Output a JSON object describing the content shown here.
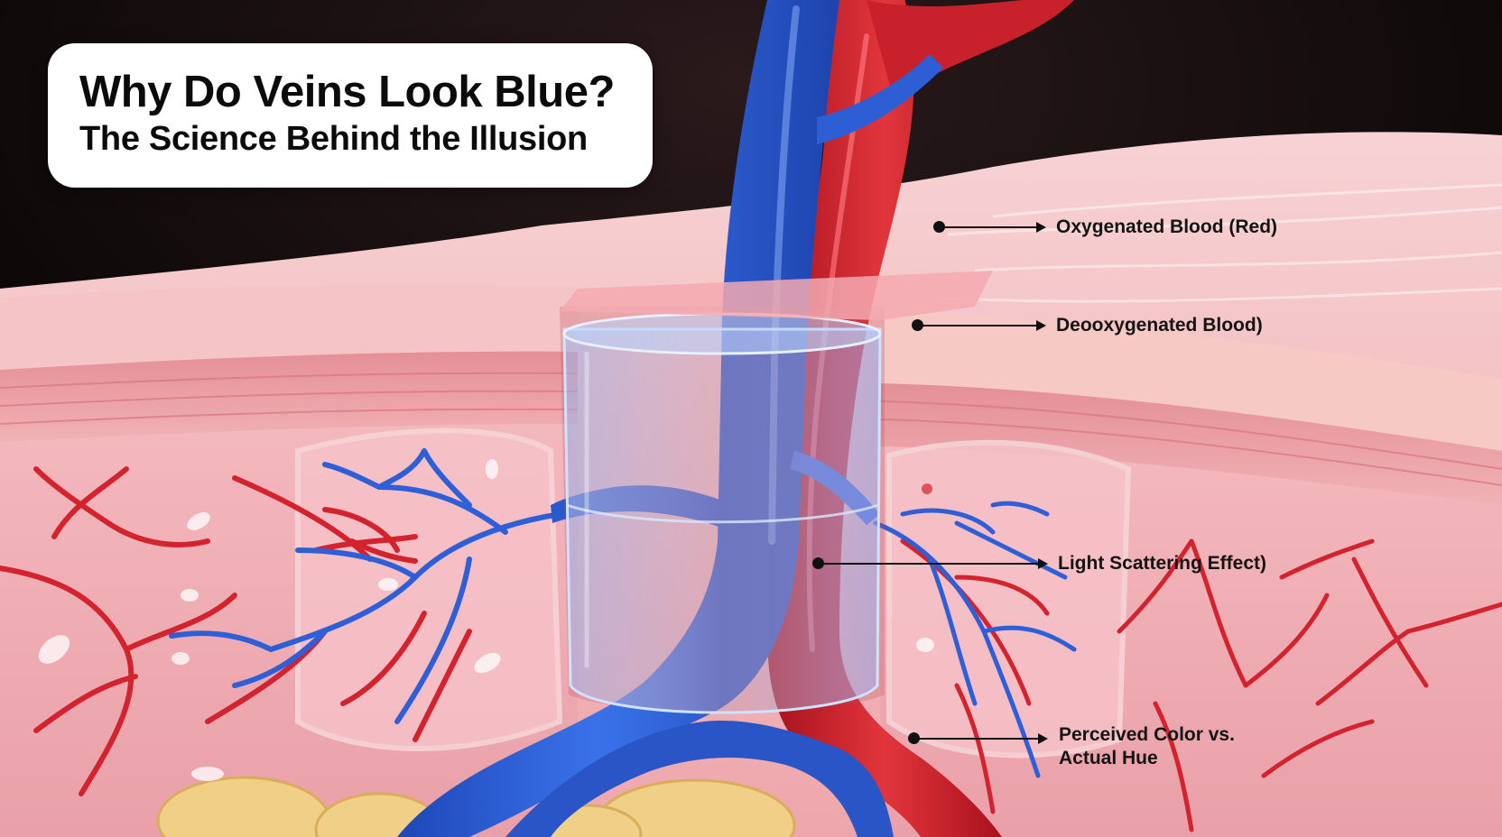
{
  "title": {
    "line1": "Why Do Veins Look Blue?",
    "line2": "The Science Behind the Illusion"
  },
  "callouts": [
    {
      "id": "oxygenated",
      "label": "Oxygenated Blood (Red)"
    },
    {
      "id": "deoxygenated",
      "label": "Deooxygenated Blood)"
    },
    {
      "id": "light-scattering",
      "label": "Light Scattering Effect)"
    },
    {
      "id": "perceived",
      "label": "Perceived Color vs. Actual Hue"
    }
  ],
  "colors": {
    "background": "#0c0808",
    "skin": "#f2b6bb",
    "vein": "#2f62d8",
    "artery": "#d61f2a",
    "fat": "#f0cf86"
  }
}
